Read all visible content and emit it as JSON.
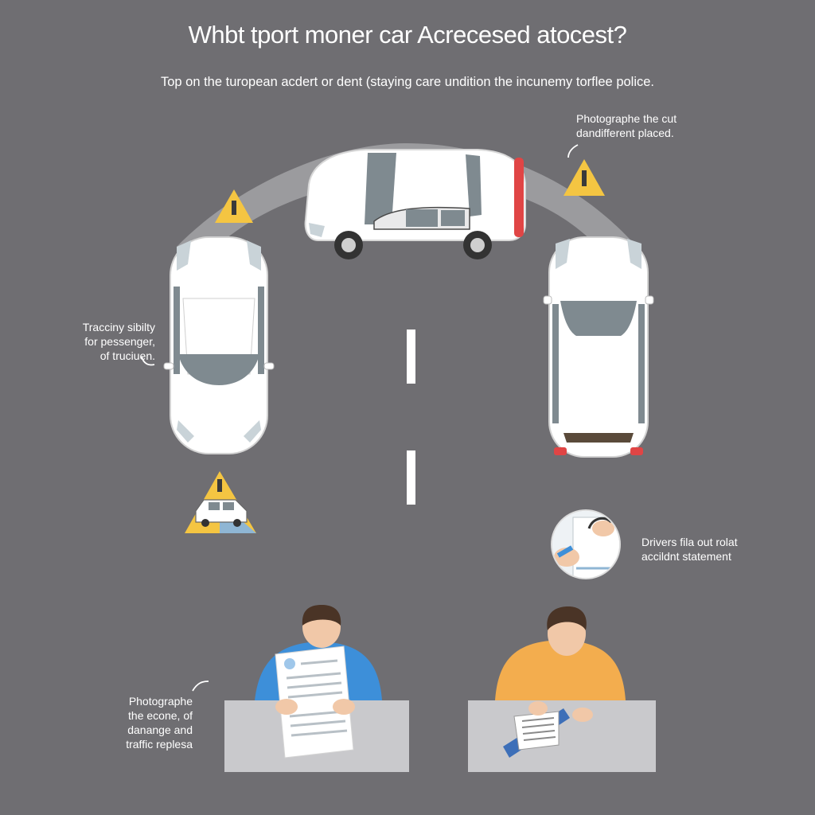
{
  "header": {
    "title": "Whbt tport moner car Acrecesed atocest?",
    "subtitle": "Top on the turopean acdert or dent (staying care undition the incunemy torflee police."
  },
  "annotations": {
    "photo_cut": [
      "Photographe the cut",
      "dandifferent placed."
    ],
    "visibility": [
      "Tracciny sibilty",
      "for pessenger,",
      "of truciuen."
    ],
    "statement": [
      "Drivers fila out rolat",
      "accildnt statement"
    ],
    "photo_scene": [
      "Photographe",
      "the econe, of",
      "danange and",
      "traffic replesa"
    ]
  },
  "colors": {
    "background": "#6f6e72",
    "road_arc": "#a3a3a6",
    "car_body": "#ffffff",
    "car_glass": "#7f8a90",
    "warning_yellow": "#f4c542",
    "desk": "#c9c9cc",
    "shirt_blue": "#3d8fd9",
    "shirt_orange": "#f3ad4e"
  },
  "icons": [
    "warning-triangle-icon",
    "car-icon",
    "document-icon",
    "hands-pen-icon",
    "curved-arrow-icon"
  ]
}
